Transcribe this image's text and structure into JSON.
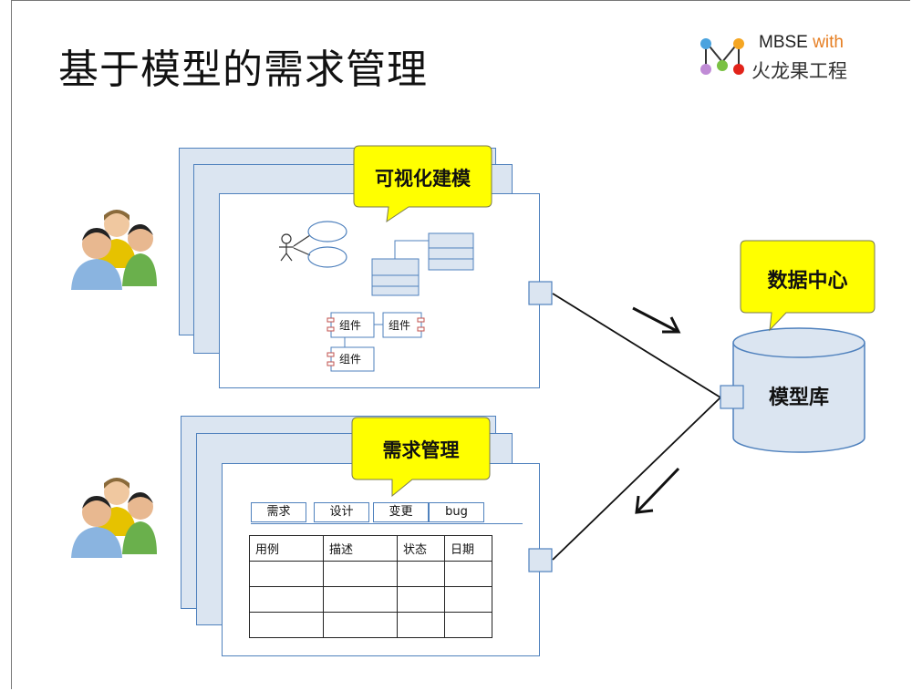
{
  "title": "基于模型的需求管理",
  "logo": {
    "line1": "MBSE",
    "with": "with",
    "line2": "火龙果工程"
  },
  "callouts": {
    "modeling": "可视化建模",
    "requirements": "需求管理",
    "datacenter": "数据中心"
  },
  "database_label": "模型库",
  "components": {
    "c1": "组件",
    "c2": "组件",
    "c3": "组件"
  },
  "tabs": [
    "需求",
    "设计",
    "变更",
    "bug"
  ],
  "table": {
    "headers": [
      "用例",
      "描述",
      "状态",
      "日期"
    ]
  },
  "colors": {
    "card_border": "#4f81bd",
    "card_back_fill": "#dbe5f1",
    "callout_fill": "#ffff00",
    "db_fill": "#dbe5f1"
  }
}
